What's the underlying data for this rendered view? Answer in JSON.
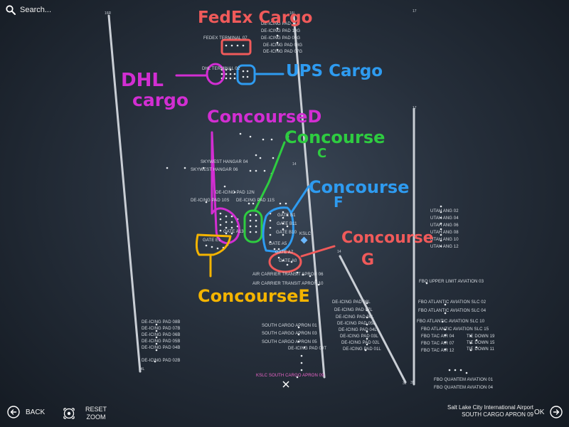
{
  "toolbar": {
    "search_placeholder": "Search...",
    "back_label": "BACK",
    "reset_zoom_line1": "RESET",
    "reset_zoom_line2": "ZOOM",
    "ok_label": "OK"
  },
  "airport": {
    "name": "Salt Lake City International Airport",
    "selected": "SOUTH CARGO APRON 09"
  },
  "runways": {
    "r16r": "16R",
    "r16l": "16L",
    "r17_top": "17",
    "r17": "17",
    "r14_a": "14",
    "r14_b": "14",
    "r34l": "34L",
    "r35": "35",
    "r32": "32"
  },
  "labels": {
    "fedex_terminal": "FEDEX TERMINAL 07",
    "dhl_terminal": "DHL TERMINAL 02",
    "deice_11g": "DE-ICING PAD 11G",
    "deice_10g": "DE-ICING PAD 10G",
    "deice_09g": "DE-ICING PAD 09G",
    "deice_08g": "DE-ICING PAD 08G",
    "deice_07g": "DE-ICING PAD 07G",
    "skywest_04": "SKYWEST HANGAR 04",
    "skywest_06": "SKYWEST HANGAR 06",
    "deice_12n": "DE-ICING PAD 12N",
    "deice_10s": "DE-ICING PAD 10S",
    "deice_11s": "DE-ICING PAD 11S",
    "gate_b1": "GATE B1",
    "gate_b11": "GATE B11",
    "gate_b10": "GATE B10",
    "gate_a13": "GATE A13",
    "gate_e1": "GATE E1",
    "gate_a5": "GATE A5",
    "gate_a7": "GATE A7",
    "gate_a8": "GATE A0",
    "kslc": "KSLC",
    "air_carrier_06": "AIR CARRIER TRANSIT APRON 06",
    "air_carrier_10": "AIR CARRIER TRANSIT APRON 10",
    "deice_08b": "DE-ICING PAD 08B",
    "deice_07b": "DE-ICING PAD 07B",
    "deice_06b": "DE-ICING PAD 06B",
    "deice_05b": "DE-ICING PAD 05B",
    "deice_04b": "DE-ICING PAD 04B",
    "deice_02b": "DE-ICING PAD 02B",
    "south_cargo_01": "SOUTH CARGO APRON 01",
    "south_cargo_03": "SOUTH CARGO APRON 03",
    "south_cargo_05": "SOUTH CARGO APRON 05",
    "kslc_south_cargo_09": "KSLC SOUTH CARGO APRON 09",
    "deice_08l": "DE-ICING PAD 08L",
    "deice_07l": "DE-ICING PAD 07L",
    "deice_06l": "DE-ICING PAD 06L",
    "deice_05l": "DE-ICING PAD 05L",
    "deice_04l": "DE-ICING PAD 04L",
    "deice_03l": "DE-ICING PAD 03L",
    "deice_02l": "DE-ICING PAD 02L",
    "deice_01l": "DE-ICING PAD 01L",
    "deice_09t": "DE-ICING PAD 09T",
    "utah_02": "UTAH ANG 02",
    "utah_04": "UTAH ANG 04",
    "utah_06": "UTAH ANG 06",
    "utah_08": "UTAH ANG 08",
    "utah_10": "UTAH ANG 10",
    "utah_12": "UTAH ANG 12",
    "fbo_upper": "FBO UPPER LIMIT AVIATION 03",
    "fbo_atl_02": "FBO ATLANTIC AVIATION SLC 02",
    "fbo_atl_04": "FBO ATLANTIC AVIATION SLC 04",
    "fbo_atl_10": "FBO ATLANTIC AVIATION SLC 10",
    "fbo_atl_15": "FBO ATLANTIC AVIATION SLC 15",
    "fbo_tac_04": "FBO TAC AIR 04",
    "fbo_tac_07": "FBO TAC AIR 07",
    "fbo_tac_12": "FBO TAC AIR 12",
    "tie_19": "TIE DOWN 19",
    "tie_15": "TIE DOWN 15",
    "tie_11": "TIE DOWN 11",
    "fbo_q_01": "FBO QUANTEM AVIATION 01",
    "fbo_q_04": "FBO QUANTEM AVIATION 04"
  },
  "annotations": {
    "fedex": "FedEx Cargo",
    "ups": "UPS Cargo",
    "dhl_1": "DHL",
    "dhl_2": "cargo",
    "concourse_d": "ConcourseD",
    "concourse_c_1": "Concourse",
    "concourse_c_2": "C",
    "concourse_f_1": "Concourse",
    "concourse_f_2": "F",
    "concourse_g_1": "Concourse",
    "concourse_g_2": "G",
    "concourse_e": "ConcourseE"
  },
  "colors": {
    "fedex": "#f05a5a",
    "ups": "#2e9bf0",
    "dhl": "#d22ed2",
    "concourse_d": "#d22ed2",
    "concourse_c": "#2ecc40",
    "concourse_f": "#2e9bf0",
    "concourse_g": "#f05a5a",
    "concourse_e": "#f4b400",
    "destination": "#ee66cc",
    "kslc_marker": "#6ab7ff"
  }
}
